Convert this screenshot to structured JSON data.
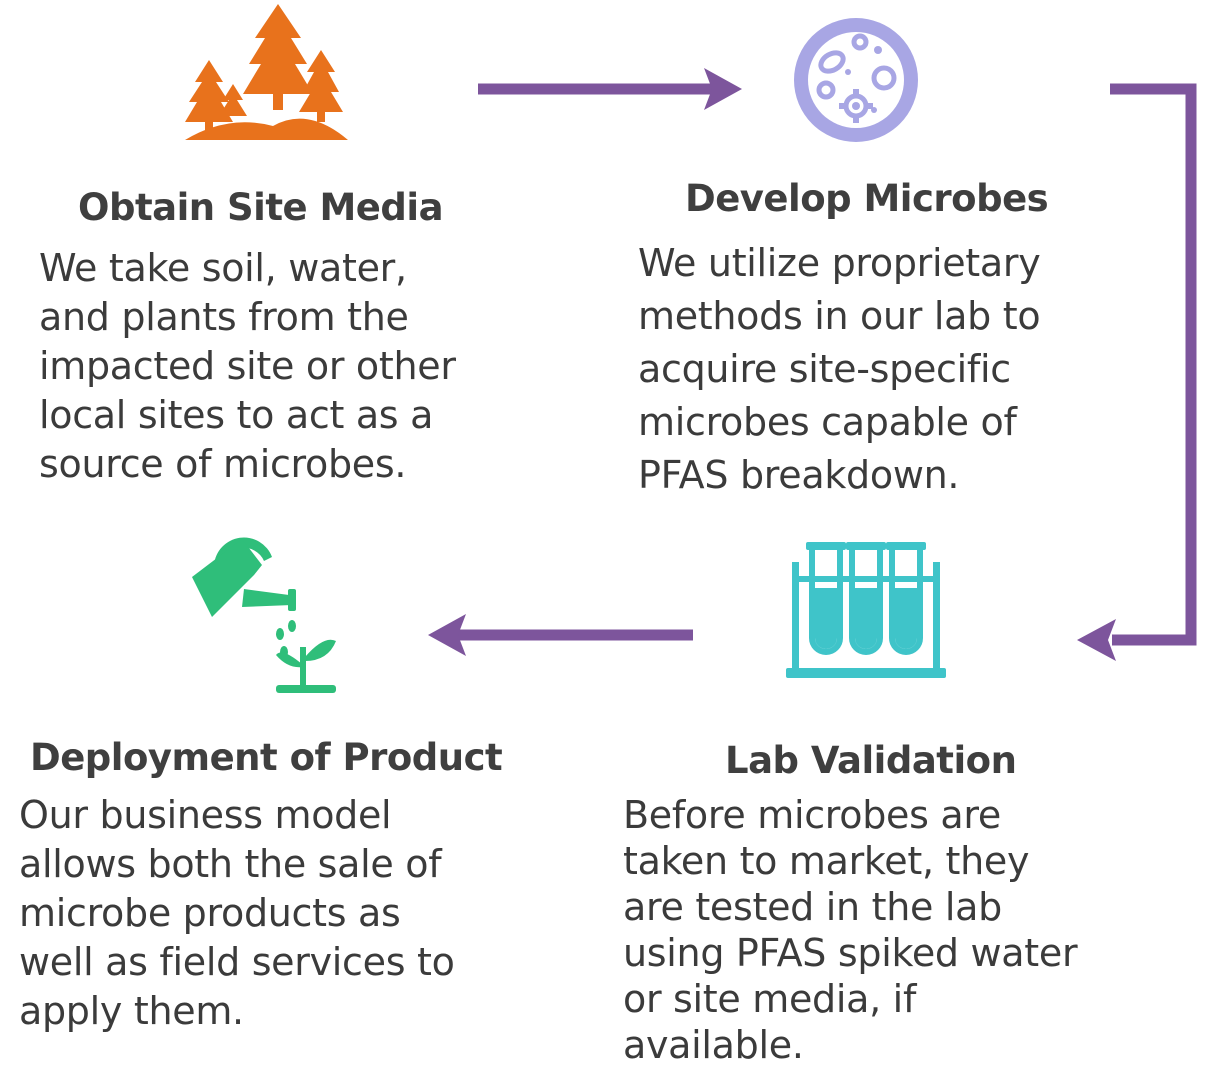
{
  "colors": {
    "arrow": "#7d559c",
    "forest": "#e8721c",
    "dish_ring": "#a8a6e4",
    "dish_fill": "#ffffff",
    "tubes": "#3fc4c9",
    "watering": "#2fbe7a",
    "text": "#3b3b3b"
  },
  "steps": [
    {
      "id": "obtain",
      "icon": "forest-icon",
      "title": "Obtain Site Media",
      "lines": [
        "We take soil, water,",
        "and plants from the",
        "impacted site or other",
        "local sites to act as a",
        "source of microbes."
      ]
    },
    {
      "id": "develop",
      "icon": "petri-dish-icon",
      "title": "Develop Microbes",
      "lines": [
        "We utilize proprietary",
        "methods in our lab to",
        "acquire site-specific",
        "microbes capable of",
        "PFAS breakdown."
      ]
    },
    {
      "id": "validate",
      "icon": "test-tubes-icon",
      "title": "Lab Validation",
      "lines": [
        "Before microbes are",
        "taken to market, they",
        "are tested in the lab",
        "using PFAS spiked water",
        "or site media, if",
        "available."
      ]
    },
    {
      "id": "deploy",
      "icon": "watering-can-icon",
      "title": "Deployment of Product",
      "lines": [
        "Our business model",
        "allows both the sale of",
        "microbe products as",
        "well as field services to",
        "apply them."
      ]
    }
  ]
}
